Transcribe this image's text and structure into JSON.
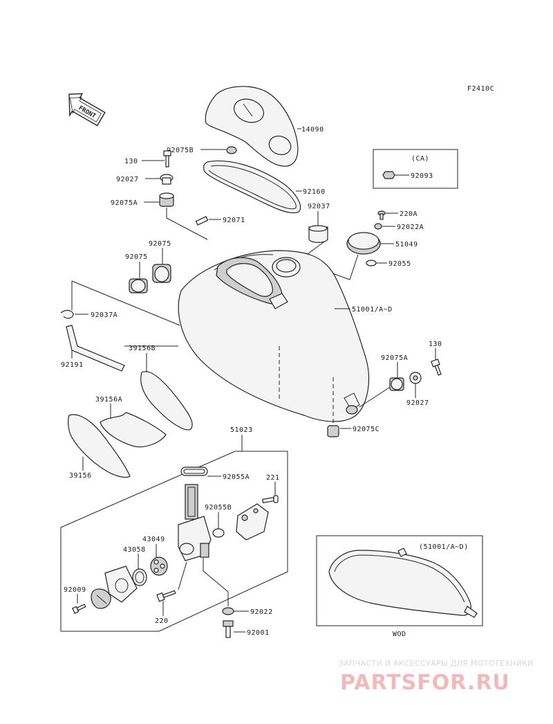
{
  "figure_code": "F2410C",
  "front_label": "FRONT",
  "parts": {
    "p14090": "14090",
    "p92075B": "92075B",
    "p130_top": "130",
    "p92027_top": "92027",
    "p92075A_top": "92075A",
    "p92160": "92160",
    "p92037": "92037",
    "p92071": "92071",
    "p220A": "220A",
    "p92022A": "92022A",
    "p51049": "51049",
    "p92055": "92055",
    "p92075_a": "92075",
    "p92075_b": "92075",
    "p92037A": "92037A",
    "p51001": "51001/A~D",
    "p92191": "92191",
    "p39156B": "39156B",
    "p39156A": "39156A",
    "p39156": "39156",
    "p130_right": "130",
    "p92075A_right": "92075A",
    "p92027_right": "92027",
    "p92075C": "92075C",
    "p51023": "51023",
    "p92055A": "92055A",
    "p221": "221",
    "p92055B": "92055B",
    "p43049": "43049",
    "p43058": "43058",
    "p92009": "92009",
    "p220": "220",
    "p92022": "92022",
    "p92001": "92001",
    "p92093": "92093"
  },
  "ca_box_label": "(CA)",
  "inset": {
    "part_ref": "(51001/A~D)",
    "caption": "WOD"
  },
  "watermark": {
    "tagline": "ЗАПЧАСТИ И АКСЕССУАРЫ ДЛЯ МОТОТЕХНИКИ",
    "logo": "PARTSFOR.RU",
    "color": "#f2b9bd"
  }
}
